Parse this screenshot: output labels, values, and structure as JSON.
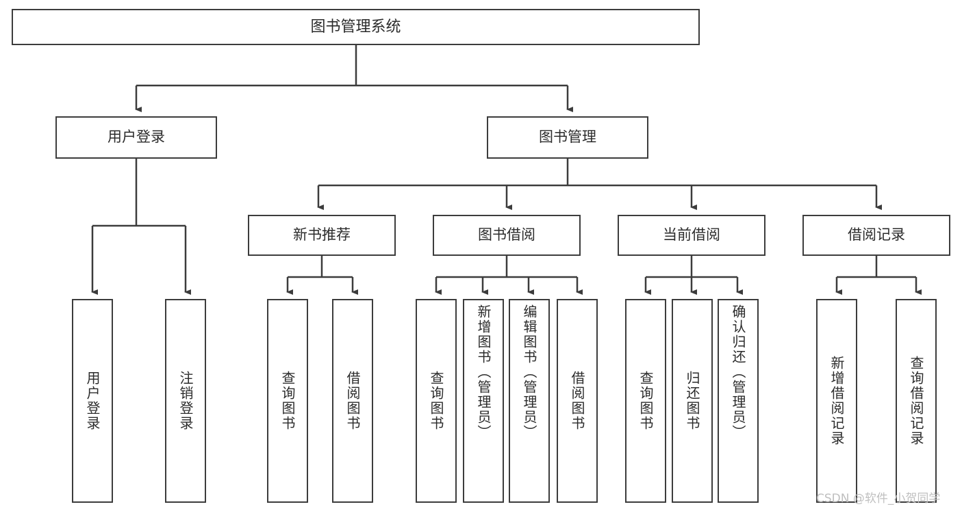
{
  "diagram": {
    "title": "图书管理系统",
    "type": "hierarchy-tree",
    "orientation": "top-down",
    "levels": 4,
    "colors": {
      "box_border": "#3c3c3c",
      "box_fill": "#ffffff",
      "connector": "#3c3c3c",
      "text": "#2b2b2b",
      "background": "#ffffff",
      "watermark": "#bfbfbf"
    }
  },
  "root": {
    "label": "图书管理系统"
  },
  "level2": [
    {
      "label": "用户登录"
    },
    {
      "label": "图书管理"
    }
  ],
  "level3": [
    {
      "label": "新书推荐"
    },
    {
      "label": "图书借阅"
    },
    {
      "label": "当前借阅"
    },
    {
      "label": "借阅记录"
    }
  ],
  "leaves": {
    "user_login": [
      {
        "label": "用户登录"
      },
      {
        "label": "注销登录"
      }
    ],
    "new_book_recommend": [
      {
        "label": "查询图书"
      },
      {
        "label": "借阅图书"
      }
    ],
    "book_borrow": [
      {
        "label": "查询图书"
      },
      {
        "label": "新增图书（管理员）"
      },
      {
        "label": "编辑图书（管理员）"
      },
      {
        "label": "借阅图书"
      }
    ],
    "current_borrow": [
      {
        "label": "查询图书"
      },
      {
        "label": "归还图书"
      },
      {
        "label": "确认归还（管理员）"
      }
    ],
    "borrow_record": [
      {
        "label": "新增借阅记录"
      },
      {
        "label": "查询借阅记录"
      }
    ]
  },
  "watermark": {
    "text": "CSDN @软件_小贺同学"
  }
}
